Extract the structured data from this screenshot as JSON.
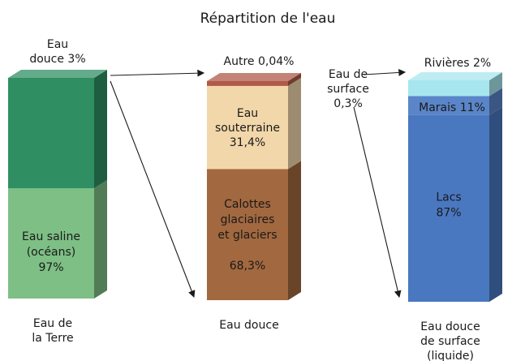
{
  "chart_data": {
    "type": "bar",
    "title": "Répartition de l'eau",
    "bars": [
      {
        "label": [
          "Eau de",
          "la Terre"
        ],
        "segments": [
          {
            "name": "Eau saline (océans)",
            "value": 97,
            "text": [
              "Eau saline",
              "(océans)",
              "97%"
            ],
            "color": "#7dbf85"
          },
          {
            "name": "Eau douce",
            "value": 3,
            "text": [
              "Eau",
              "douce 3%"
            ],
            "color": "#2f8f63"
          }
        ]
      },
      {
        "label": [
          "Eau douce"
        ],
        "segments": [
          {
            "name": "Calottes glaciaires et glaciers",
            "value": 68.3,
            "text": [
              "Calottes",
              "glaciaires",
              "et glaciers",
              "",
              "68,3%"
            ],
            "color": "#a2683f"
          },
          {
            "name": "Eau souterraine",
            "value": 31.4,
            "text": [
              "Eau",
              "souterraine",
              "31,4%"
            ],
            "color": "#f2d7aa"
          },
          {
            "name": "Autre",
            "value": 0.04,
            "text": [
              "Autre 0,04%"
            ],
            "color": "#b05a4a"
          },
          {
            "name": "Eau de surface",
            "value": 0.3,
            "text": [
              "Eau de",
              "surface",
              "0,3%"
            ],
            "color": "#b05a4a"
          }
        ]
      },
      {
        "label": [
          "Eau douce",
          "de surface",
          "(liquide)"
        ],
        "segments": [
          {
            "name": "Lacs",
            "value": 87,
            "text": [
              "Lacs",
              "87%"
            ],
            "color": "#4a78c0"
          },
          {
            "name": "Marais",
            "value": 11,
            "text": [
              "Marais 11%"
            ],
            "color": "#5a85c8"
          },
          {
            "name": "Rivières",
            "value": 2,
            "text": [
              "Rivières 2%"
            ],
            "color": "#a8e6ef"
          }
        ]
      }
    ],
    "ylim": [
      0,
      100
    ]
  }
}
